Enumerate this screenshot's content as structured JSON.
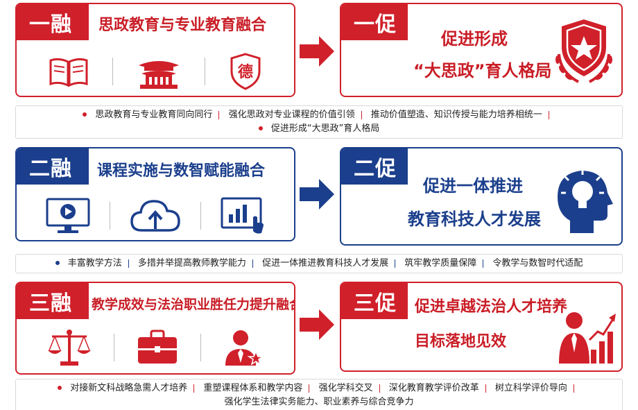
{
  "colors": {
    "red": "#d0202a",
    "blue": "#1b3f8c"
  },
  "sections": [
    {
      "left_tag": "一融",
      "left_title": "思政教育与专业教育融合",
      "left_icons": [
        "book-icon",
        "palace-icon",
        "de-shield-icon"
      ],
      "de_char": "德",
      "right_tag": "一促",
      "right_title_lines": [
        "促进形成",
        "“大思政”育人格局"
      ],
      "right_icon": "shield-star-laurel-icon",
      "bullets_line1": [
        "思政教育与专业教育同向同行",
        "强化思政对专业课程的价值引领",
        "推动价值塑造、知识传授与能力培养相统一",
        ""
      ],
      "bullets_line2": [
        "促进形成“大思政”育人格局"
      ]
    },
    {
      "left_tag": "二融",
      "left_title": "课程实施与数智赋能融合",
      "left_icons": [
        "video-monitor-icon",
        "cloud-upload-icon",
        "chart-touch-icon"
      ],
      "right_tag": "二促",
      "right_title_lines": [
        "促进一体推进",
        "教育科技人才发展"
      ],
      "right_icon": "head-lightbulb-icon",
      "bullets_line1": [
        "丰富教学方法",
        "多措并举提高教师教学能力",
        "促进一体推进教育科技人才发展",
        "筑牢教学质量保障",
        "令教学与数智时代适配"
      ]
    },
    {
      "left_tag": "三融",
      "left_title": "教学成效与法治职业胜任力提升融合",
      "left_icons": [
        "scales-icon",
        "briefcase-icon",
        "person-star-icon"
      ],
      "right_tag": "三促",
      "right_title_lines": [
        "促进卓越法治人才培养",
        "目标落地见效"
      ],
      "right_icon": "person-growth-chart-icon",
      "bullets_line1": [
        "对接新文科战略急需人才培养",
        "重塑课程体系和教学内容",
        "强化学科交叉",
        "深化教育教学评价改革",
        "树立科学评价导向",
        ""
      ],
      "bullets_line2": [
        "强化学生法律实务能力、职业素养与综合竞争力"
      ]
    }
  ]
}
